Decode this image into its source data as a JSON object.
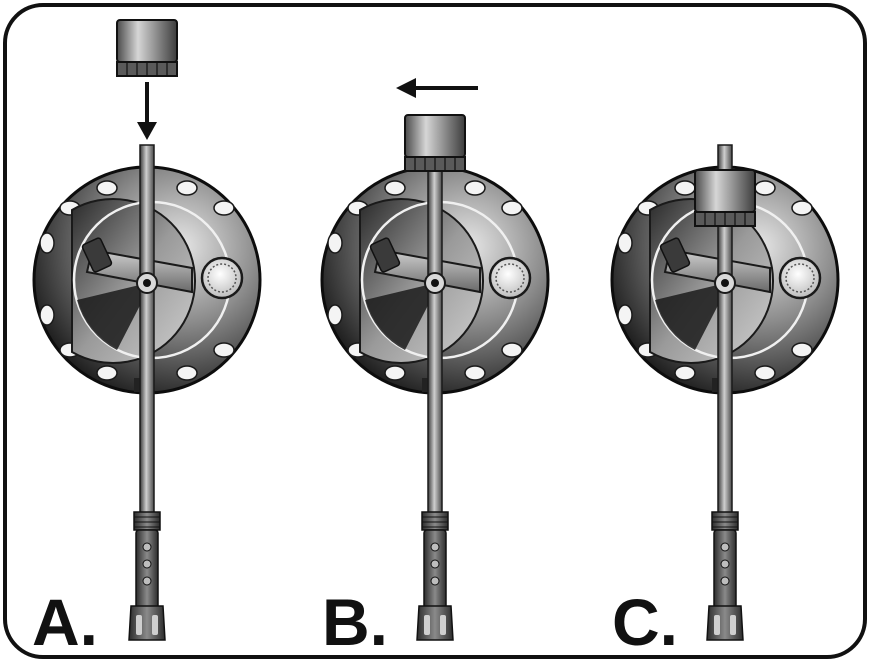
{
  "panels": [
    {
      "id": "a",
      "label": "A.",
      "step": "cap-lowered-onto-handle"
    },
    {
      "id": "b",
      "label": "B.",
      "step": "cap-seated-and-turned"
    },
    {
      "id": "c",
      "label": "C.",
      "step": "cap-slid-down"
    }
  ],
  "colors": {
    "frame": "#111111",
    "background": "#ffffff",
    "metal_dark": "#1c1c1c",
    "metal_mid": "#7a7a7a",
    "metal_light": "#d8d8d8",
    "bolt_holes": "#f4f4f4"
  },
  "arrows": [
    {
      "panel": "a",
      "direction": "down"
    },
    {
      "panel": "b",
      "direction": "left"
    }
  ]
}
